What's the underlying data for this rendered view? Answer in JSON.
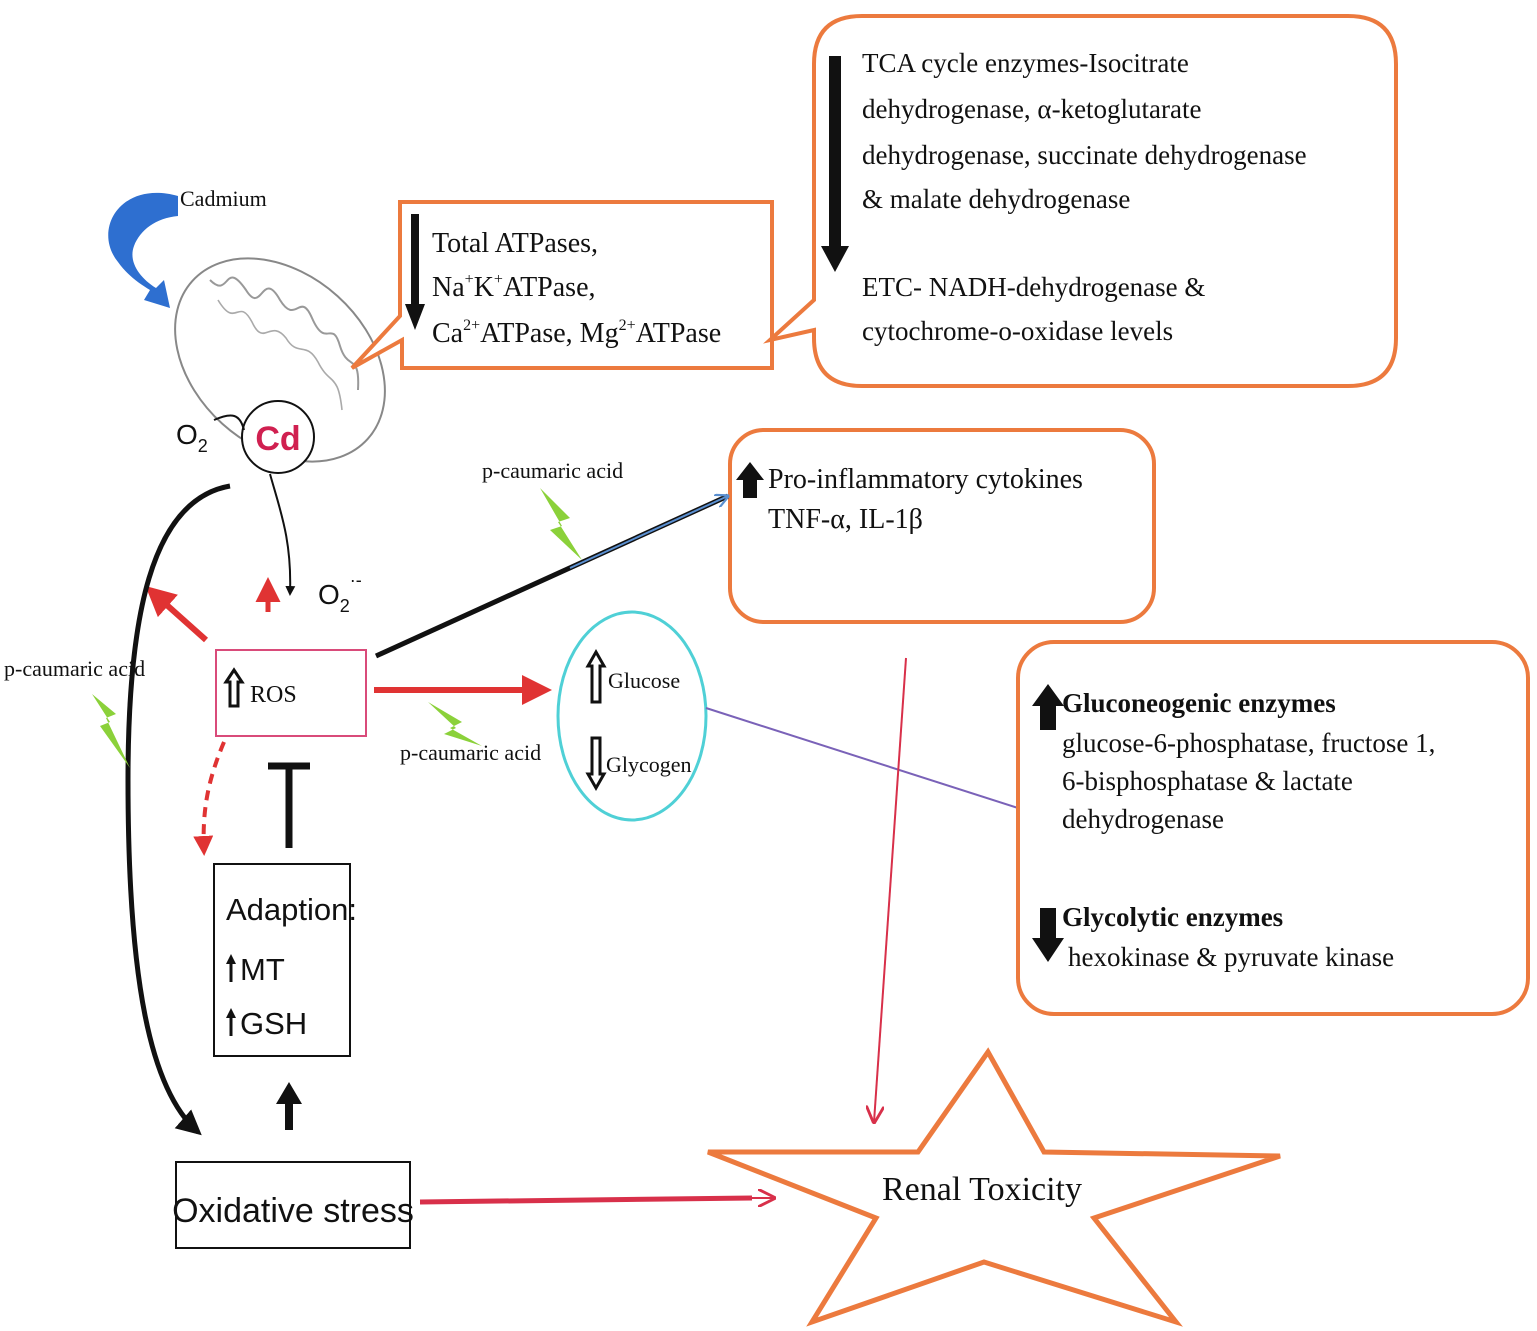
{
  "cadmium_label": "Cadmium",
  "mito": {
    "cd": "Cd",
    "o2": "O",
    "o2_sub": "2",
    "sup_o2": "O",
    "sup_o2_sub": "2",
    "sup_o2_sup": "·-"
  },
  "atpase_box": {
    "line1": "Total ATPases,",
    "line2_a": "Na",
    "line2_sup1": "+",
    "line2_b": "K",
    "line2_sup2": "+",
    "line2_c": "ATPase,",
    "line3_a": "Ca",
    "line3_sup1": "2+",
    "line3_b": "ATPase, Mg",
    "line3_sup2": "2+",
    "line3_c": "ATPase"
  },
  "tca_box": {
    "lines": [
      "TCA cycle enzymes-Isocitrate",
      "dehydrogenase, α-ketoglutarate",
      "dehydrogenase, succinate dehydrogenase",
      "& malate dehydrogenase"
    ],
    "etc_lines": [
      "ETC- NADH-dehydrogenase &",
      "cytochrome-o-oxidase levels"
    ]
  },
  "cytokine_box": {
    "line1": "Pro-inflammatory cytokines",
    "line2": "TNF-α, IL-1β"
  },
  "pca_labels": [
    "p-caumaric acid",
    "p-caumaric acid",
    "p-caumaric acid"
  ],
  "ros_label": "ROS",
  "glucose_circle": {
    "glucose": "Glucose",
    "glycogen": "Glycogen"
  },
  "adaption_box": {
    "title": "Adaption:",
    "mt": "MT",
    "gsh": "GSH"
  },
  "oxidative_stress": "Oxidative stress",
  "enzyme_box": {
    "gluco_title": "Gluconeogenic enzymes",
    "gluco_lines": [
      "glucose-6-phosphatase, fructose 1,",
      "6-bisphosphatase & lactate",
      "dehydrogenase"
    ],
    "glyco_title": "Glycolytic enzymes",
    "glyco_line": "hexokinase & pyruvate kinase"
  },
  "renal_toxicity": "Renal Toxicity",
  "colors": {
    "orange": "#EC7A3E",
    "red": "#E03333",
    "ros_border": "#D94B7A",
    "cyan": "#4FD0D6",
    "blue": "#2E6FD0",
    "green": "#8BD13A",
    "purple": "#7A62B8",
    "cd": "#D02050"
  }
}
